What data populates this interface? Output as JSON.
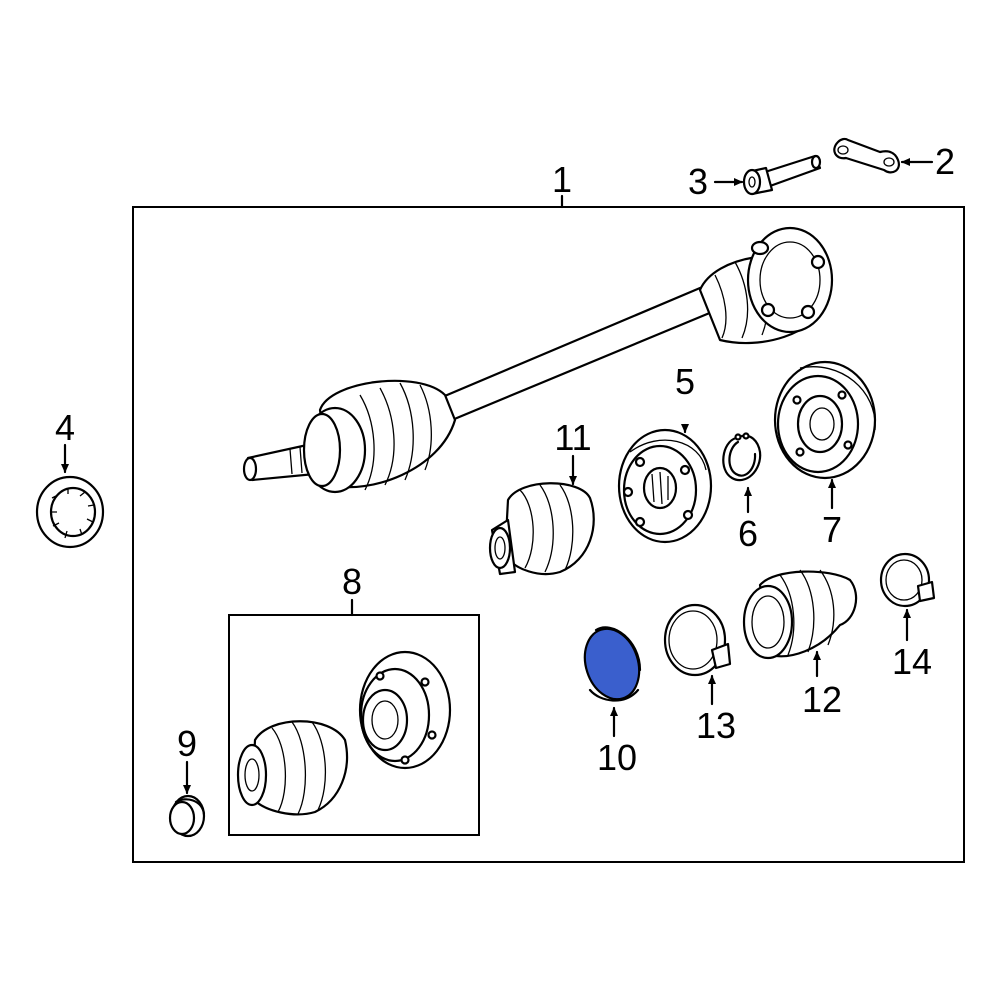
{
  "callouts": {
    "c1": "1",
    "c2": "2",
    "c3": "3",
    "c4": "4",
    "c5": "5",
    "c6": "6",
    "c7": "7",
    "c8": "8",
    "c9": "9",
    "c10": "10",
    "c11": "11",
    "c12": "12",
    "c13": "13",
    "c14": "14"
  },
  "colors": {
    "highlight": "#3a5fcd",
    "line": "#000000",
    "background": "#ffffff"
  }
}
